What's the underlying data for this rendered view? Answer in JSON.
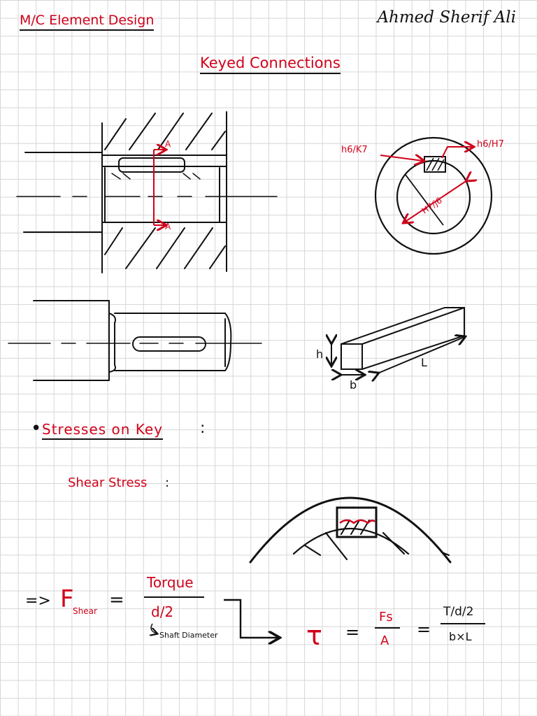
{
  "header": {
    "left_title": "M/C Element Design",
    "author": "Ahmed Sherif Ali"
  },
  "page_title": "Keyed Connections",
  "sketch1": {
    "section_label": "A"
  },
  "sketch2": {
    "fit_left": "h6/K7",
    "fit_right": "h6/H7",
    "shaft_fit": "H7/j6"
  },
  "sketch4": {
    "height": "h",
    "width": "b",
    "length": "L"
  },
  "section": {
    "bullet": "•",
    "heading": "Stresses on Key",
    "colon": ":"
  },
  "shear": {
    "heading": "Shear Stress",
    "colon": ":",
    "implies": "=>",
    "force_symbol": "F",
    "force_subscript": "Shear",
    "equals": "=",
    "numerator": "Torque",
    "denominator": "d/2",
    "note": "Shaft Diameter",
    "tau": "τ",
    "fs": "Fs",
    "area": "A",
    "t_over_d2": "T/d/2",
    "bxl": "b×L"
  },
  "colors": {
    "accent": "#d0021b",
    "ink": "#111111",
    "grid": "#d6d6d6"
  }
}
